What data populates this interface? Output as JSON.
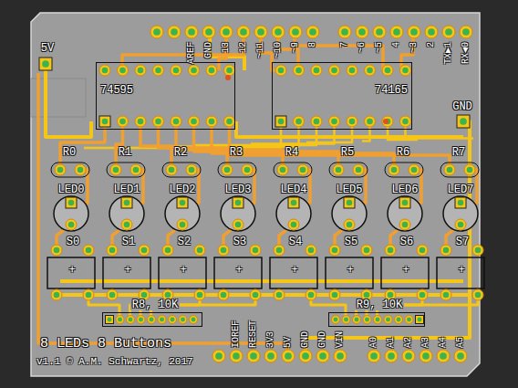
{
  "diagram": {
    "title": "8 LEDs 8 Buttons",
    "caption": "v1.1 © A.M. Schwartz, 2017",
    "nodes": [
      {
        "text": [
          "74595"
        ]
      },
      {
        "text": [
          "74165"
        ]
      },
      {
        "text": [
          "R8, 10K"
        ]
      },
      {
        "text": [
          "R9, 10K"
        ]
      }
    ],
    "labels": [
      "5V",
      "GND",
      "AREF",
      "GND",
      "13",
      "12",
      "~11",
      "~10",
      "~9",
      "8",
      "7",
      "~6",
      "~5",
      "4",
      "~3",
      "2",
      "TX▶1",
      "RX◀0",
      "R0",
      "R1",
      "R2",
      "R3",
      "R4",
      "R5",
      "R6",
      "R7",
      "LED0",
      "LED1",
      "LED2",
      "LED3",
      "LED4",
      "LED5",
      "LED6",
      "LED7",
      "S0",
      "S1",
      "S2",
      "S3",
      "S4",
      "S5",
      "S6",
      "S7",
      "+",
      "+",
      "+",
      "+",
      "+",
      "+",
      "+",
      "+",
      "IOREF",
      "RESET",
      "3V3",
      "5V",
      "GND",
      "GND",
      "VIN",
      "A0",
      "A1",
      "A2",
      "A3",
      "A4",
      "A5"
    ]
  }
}
